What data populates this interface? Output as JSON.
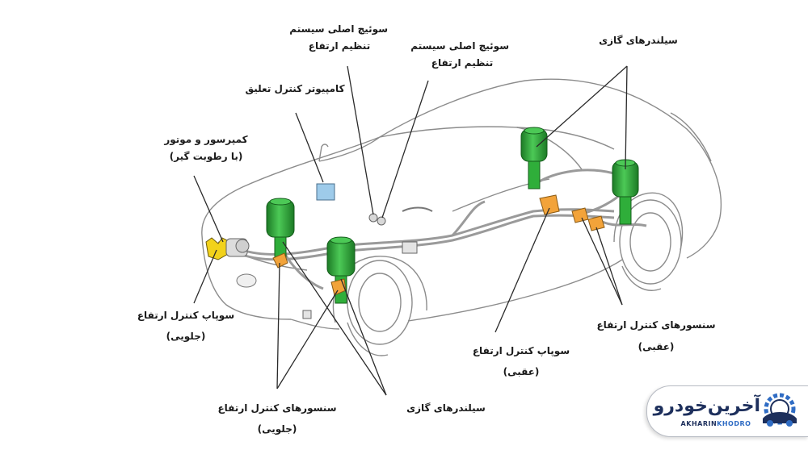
{
  "labels": {
    "main_switch_1": {
      "line1": "سوئیچ اصلی سیستم",
      "line2": "تنظیم ارتفاع"
    },
    "main_switch_2": {
      "line1": "سوئیچ اصلی سیستم",
      "line2": "تنظیم ارتفاع"
    },
    "gas_cylinders_rear": "سیلندرهای گازی",
    "suspension_computer": "کامپیوتر کنترل تعلیق",
    "compressor_motor": {
      "line1": "کمپرسور و موتور",
      "line2": "(با رطوبت گیر)"
    },
    "front_height_valve": {
      "line1": "سوپاپ کنترل ارتفاع",
      "line2": "(جلویی)"
    },
    "rear_height_sensors": {
      "line1": "سنسورهای کنترل ارتفاع",
      "line2": "(عقبی)"
    },
    "rear_height_valve": {
      "line1": "سوپاپ کنترل ارتفاع",
      "line2": "(عقبی)"
    },
    "front_height_sensors": {
      "line1": "سنسورهای کنترل ارتفاع",
      "line2": "(جلویی)"
    },
    "gas_cylinders_front": "سیلندرهای گازی"
  },
  "logo": {
    "brand_fa": "آخرین‌خودرو",
    "brand_en_1": "AKHARIN",
    "brand_en_2": "KHODRO"
  },
  "colors": {
    "cylinder_green": "#2fae3a",
    "cylinder_dark": "#1c7a25",
    "valve_yellow": "#f2d21b",
    "sensor_orange": "#f2a33a",
    "ecu_blue": "#9ecbea",
    "logo_navy": "#1d2f5c",
    "logo_blue": "#2f6cc4"
  }
}
